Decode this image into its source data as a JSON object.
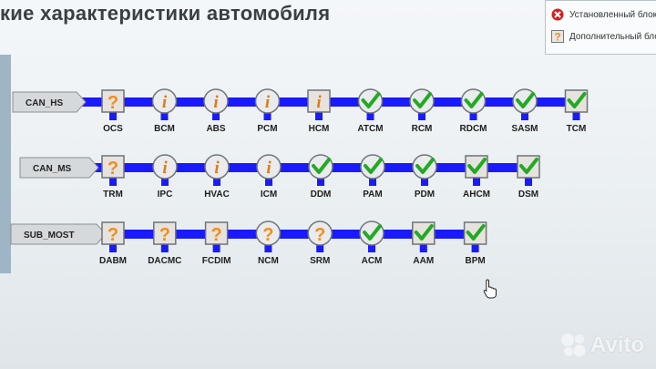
{
  "header": {
    "title": "кие характеристики автомобиля"
  },
  "legend": {
    "items": [
      {
        "label": "Установленный блок",
        "icon": "red-x-icon"
      },
      {
        "label": "Дополнительный блок",
        "icon": "orange-question-icon"
      }
    ]
  },
  "colors": {
    "bus_line": "#1a1aff",
    "check": "#22aa22",
    "question": "#f28c1e",
    "info": "#e07a10"
  },
  "buses": [
    {
      "name": "CAN_HS",
      "modules": [
        {
          "label": "OCS",
          "status": "question-square"
        },
        {
          "label": "BCM",
          "status": "info-circle"
        },
        {
          "label": "ABS",
          "status": "info-circle"
        },
        {
          "label": "PCM",
          "status": "info-circle"
        },
        {
          "label": "HCM",
          "status": "info-square"
        },
        {
          "label": "ATCM",
          "status": "check-circle"
        },
        {
          "label": "RCM",
          "status": "check-circle"
        },
        {
          "label": "RDCM",
          "status": "check-circle"
        },
        {
          "label": "SASM",
          "status": "check-circle"
        },
        {
          "label": "TCM",
          "status": "check-square"
        }
      ]
    },
    {
      "name": "CAN_MS",
      "modules": [
        {
          "label": "TRM",
          "status": "question-square"
        },
        {
          "label": "IPC",
          "status": "info-circle"
        },
        {
          "label": "HVAC",
          "status": "info-circle"
        },
        {
          "label": "ICM",
          "status": "info-circle"
        },
        {
          "label": "DDM",
          "status": "check-circle"
        },
        {
          "label": "PAM",
          "status": "check-circle"
        },
        {
          "label": "PDM",
          "status": "check-circle"
        },
        {
          "label": "AHCM",
          "status": "check-square"
        },
        {
          "label": "DSM",
          "status": "check-square"
        }
      ]
    },
    {
      "name": "SUB_MOST",
      "modules": [
        {
          "label": "DABM",
          "status": "question-square"
        },
        {
          "label": "DACMC",
          "status": "question-square"
        },
        {
          "label": "FCDIM",
          "status": "question-square"
        },
        {
          "label": "NCM",
          "status": "question-circle"
        },
        {
          "label": "SRM",
          "status": "question-circle"
        },
        {
          "label": "ACM",
          "status": "check-circle"
        },
        {
          "label": "AAM",
          "status": "check-square"
        },
        {
          "label": "BPM",
          "status": "check-square"
        }
      ]
    }
  ],
  "watermark": {
    "text": "Avito",
    "icon": "avito-dots-icon"
  },
  "cursor": {
    "icon": "hand-pointer-icon"
  }
}
